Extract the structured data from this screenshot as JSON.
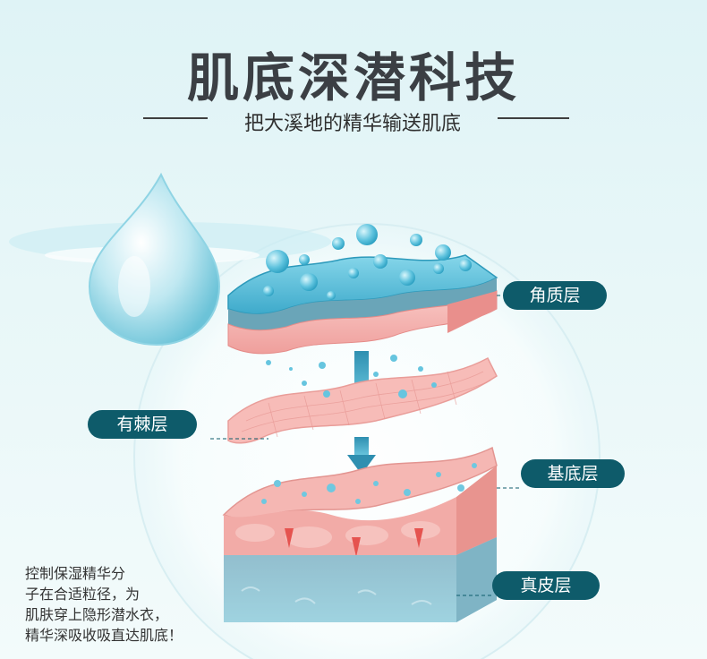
{
  "header": {
    "title": "肌底深潜科技",
    "subtitle": "把大溪地的精华输送肌底"
  },
  "layers": {
    "stratum_corneum": "角质层",
    "spinous": "有棘层",
    "basal": "基底层",
    "dermis": "真皮层"
  },
  "note": {
    "line1": "控制保湿精华分",
    "line2": "子在合适粒径，为",
    "line3": "肌肤穿上隐形潜水衣，",
    "line4": "精华深吸收吸直达肌底！"
  },
  "colors": {
    "accent": "#0e5b6a",
    "skin_pink": "#f2a3a3",
    "water_blue": "#7fcfe0"
  }
}
